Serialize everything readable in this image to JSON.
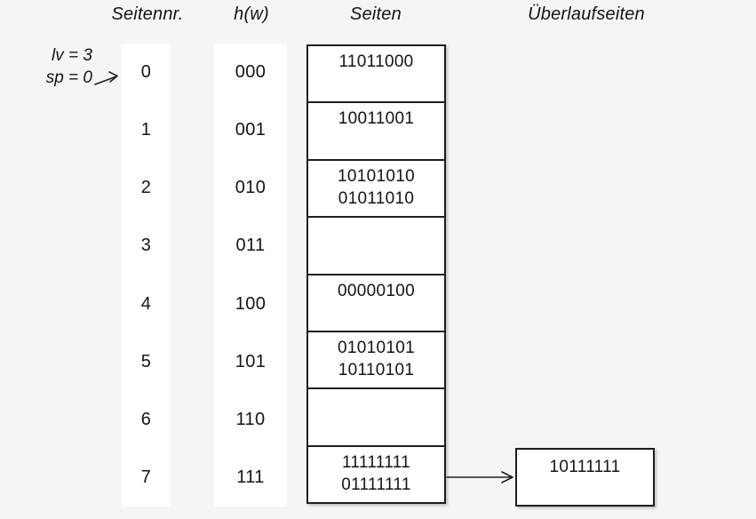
{
  "headers": {
    "page_number": "Seitennr.",
    "hash_function": "h(w)",
    "pages": "Seiten",
    "overflow_pages": "Überlaufseiten"
  },
  "annotation": {
    "level": "lv = 3",
    "split_pointer": "sp = 0"
  },
  "rows": [
    {
      "page_no": "0",
      "hash": "000",
      "entries": [
        "11011000"
      ]
    },
    {
      "page_no": "1",
      "hash": "001",
      "entries": [
        "10011001"
      ]
    },
    {
      "page_no": "2",
      "hash": "010",
      "entries": [
        "10101010",
        "01011010"
      ]
    },
    {
      "page_no": "3",
      "hash": "011",
      "entries": []
    },
    {
      "page_no": "4",
      "hash": "100",
      "entries": [
        "00000100"
      ]
    },
    {
      "page_no": "5",
      "hash": "101",
      "entries": [
        "01010101",
        "10110101"
      ]
    },
    {
      "page_no": "6",
      "hash": "110",
      "entries": []
    },
    {
      "page_no": "7",
      "hash": "111",
      "entries": [
        "11111111",
        "01111111"
      ]
    }
  ],
  "overflow": {
    "linked_from_page": "7",
    "entries": [
      "10111111"
    ]
  },
  "colors": {
    "background": "#f5f5f3",
    "panel": "#ffffff",
    "line": "#1e1e1e",
    "text": "#141414"
  }
}
